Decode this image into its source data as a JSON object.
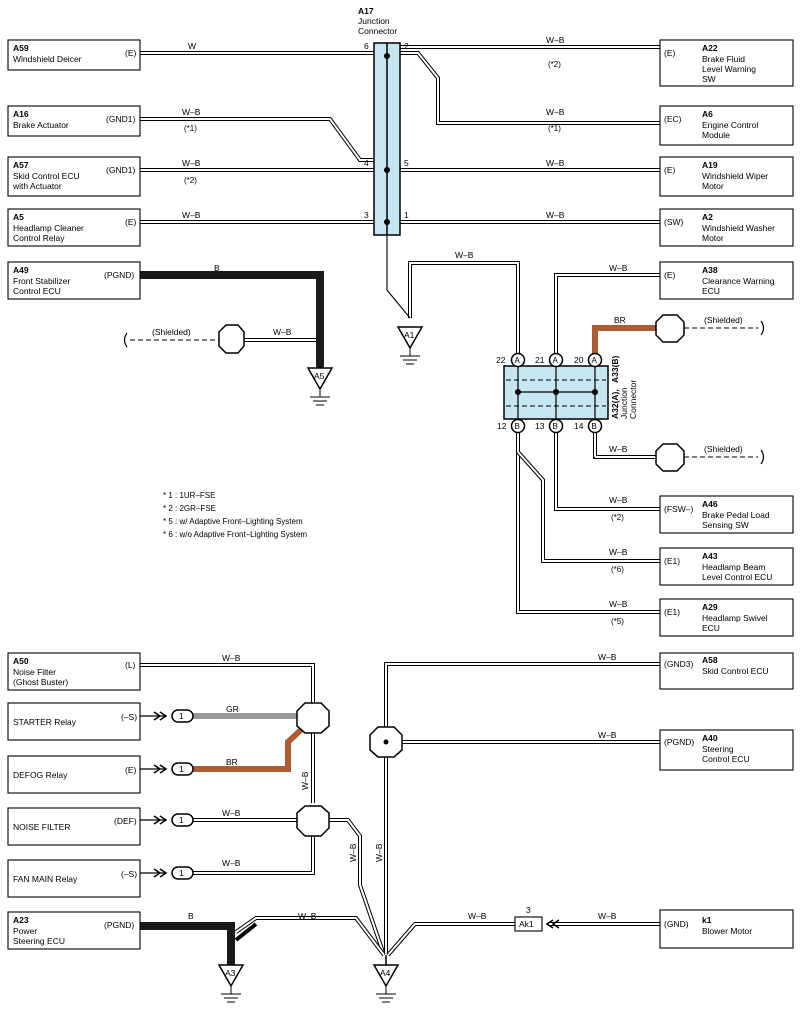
{
  "junction_a17": {
    "code": "A17",
    "name_line1": "Junction",
    "name_line2": "Connector"
  },
  "junction_a32": {
    "code_a": "A32(A),",
    "code_b": "A33(B)",
    "name_line1": "Junction",
    "name_line2": "Connector"
  },
  "left_components": [
    {
      "code": "A59",
      "name1": "Windshield Deicer",
      "name2": "",
      "name3": "",
      "terminal": "(E)"
    },
    {
      "code": "A16",
      "name1": "Brake Actuator",
      "name2": "",
      "name3": "",
      "terminal": "(GND1)"
    },
    {
      "code": "A57",
      "name1": "Skid Control ECU",
      "name2": "with Actuator",
      "name3": "",
      "terminal": "(GND1)"
    },
    {
      "code": "A5",
      "name1": "Headlamp Cleaner",
      "name2": "Control Relay",
      "name3": "",
      "terminal": "(E)"
    },
    {
      "code": "A49",
      "name1": "Front Stabilizer",
      "name2": "Control ECU",
      "name3": "",
      "terminal": "(PGND)"
    }
  ],
  "right_components": [
    {
      "code": "A22",
      "name1": "Brake Fluid",
      "name2": "Level Warning",
      "name3": "SW",
      "terminal": "(E)"
    },
    {
      "code": "A6",
      "name1": "Engine Control",
      "name2": "Module",
      "name3": "",
      "terminal": "(EC)"
    },
    {
      "code": "A19",
      "name1": "Windshield Wiper",
      "name2": "Motor",
      "name3": "",
      "terminal": "(E)"
    },
    {
      "code": "A2",
      "name1": "Windshield Washer",
      "name2": "Motor",
      "name3": "",
      "terminal": "(SW)"
    },
    {
      "code": "A38",
      "name1": "Clearance Warning",
      "name2": "ECU",
      "name3": "",
      "terminal": "(E)"
    },
    {
      "code": "A46",
      "name1": "Brake Pedal Load",
      "name2": "Sensing SW",
      "name3": "",
      "terminal": "(FSW–)"
    },
    {
      "code": "A43",
      "name1": "Headlamp Beam",
      "name2": "Level Control ECU",
      "name3": "",
      "terminal": "(E1)"
    },
    {
      "code": "A29",
      "name1": "Headlamp Swivel",
      "name2": "ECU",
      "name3": "",
      "terminal": "(E1)"
    },
    {
      "code": "A58",
      "name1": "Skid Control ECU",
      "name2": "",
      "name3": "",
      "terminal": "(GND3)"
    },
    {
      "code": "A40",
      "name1": "Steering",
      "name2": "Control ECU",
      "name3": "",
      "terminal": "(PGND)"
    },
    {
      "code": "k1",
      "name1": "Blower Motor",
      "name2": "",
      "name3": "",
      "terminal": "(GND)"
    }
  ],
  "bottom_left_components": [
    {
      "code": "A50",
      "name1": "Noise Filter",
      "name2": "(Ghost Buster)",
      "name3": "",
      "terminal": "(L)"
    },
    {
      "code": "",
      "name1": "STARTER Relay",
      "name2": "",
      "name3": "",
      "terminal": "(–S)"
    },
    {
      "code": "",
      "name1": "DEFOG Relay",
      "name2": "",
      "name3": "",
      "terminal": "(E)"
    },
    {
      "code": "",
      "name1": "NOISE FILTER",
      "name2": "",
      "name3": "",
      "terminal": "(DEF)"
    },
    {
      "code": "",
      "name1": "FAN MAIN Relay",
      "name2": "",
      "name3": "",
      "terminal": "(–S)"
    },
    {
      "code": "A23",
      "name1": "Power",
      "name2": "Steering ECU",
      "name3": "",
      "terminal": "(PGND)"
    }
  ],
  "grounds": [
    "A1",
    "A5",
    "A3",
    "A4"
  ],
  "wire_colors": {
    "w": "W",
    "wb": "W–B",
    "b": "B",
    "br": "BR",
    "gr": "GR"
  },
  "variant_marks": {
    "v1": "(*1)",
    "v2": "(*2)",
    "v5": "(*5)",
    "v6": "(*6)"
  },
  "pins": {
    "a17_6": "6",
    "a17_2": "2",
    "a17_4": "4",
    "a17_5": "5",
    "a17_3": "3",
    "a17_1": "1",
    "j22": "22",
    "j21": "21",
    "j20": "20",
    "j12": "12",
    "j13": "13",
    "j14": "14",
    "ja": "A",
    "jb": "B",
    "inline1": "1",
    "ak_pin": "3"
  },
  "connector_ak1": "Ak1",
  "shielded": "(Shielded)",
  "legend": [
    "* 1 : 1UR–FSE",
    "* 2 : 2GR–FSE",
    "* 5 : w/ Adaptive Front–Lighting System",
    "* 6 : w/o Adaptive Front–Lighting System"
  ],
  "colors": {
    "wire_brown": "#b05a34",
    "wire_gray": "#999999",
    "wire_black": "#1a1a1a",
    "junction_fill": "#c6e6f2"
  }
}
